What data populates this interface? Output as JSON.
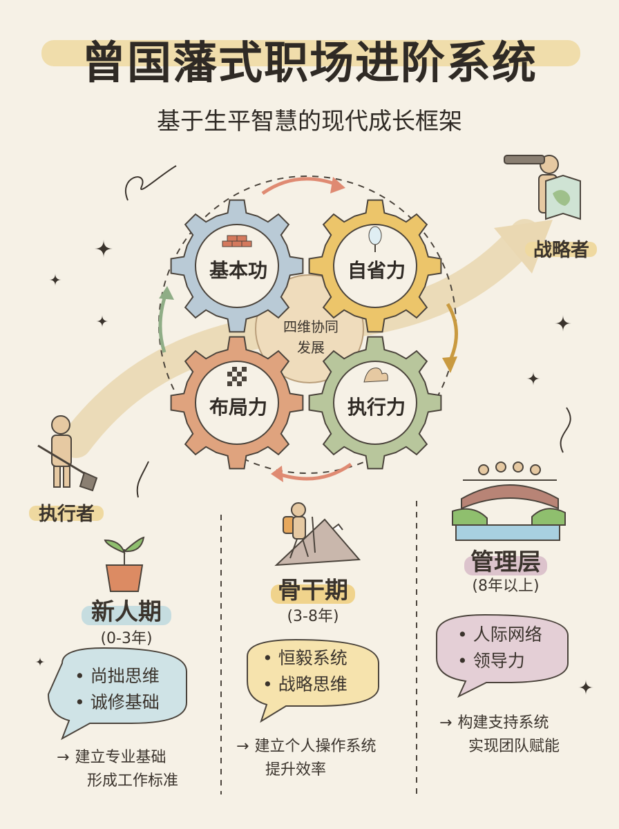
{
  "title": "曾国藩式职场进阶系统",
  "subtitle": "基于生平智慧的现代成长框架",
  "gears": [
    {
      "label": "基本功",
      "color": "#b9cad6",
      "icon": "bricks-icon"
    },
    {
      "label": "自省力",
      "color": "#ecc56a",
      "icon": "mirror-icon"
    },
    {
      "label": "布局力",
      "color": "#dfa37e",
      "icon": "chessboard-icon"
    },
    {
      "label": "执行力",
      "color": "#b8c69c",
      "icon": "flexed-arm-icon"
    }
  ],
  "center": {
    "line1": "四维协同",
    "line2": "发展"
  },
  "roles": {
    "executor": "执行者",
    "strategist": "战略者"
  },
  "stages": [
    {
      "title": "新人期",
      "period": "(0-3年)",
      "highlight": "#c6dde0",
      "bubble_color": "#cfe3e6",
      "bullets": [
        "尚拙思维",
        "诚修基础"
      ],
      "note": [
        "建立专业基础",
        "形成工作标准"
      ],
      "icon": "sprout-pot-icon"
    },
    {
      "title": "骨干期",
      "period": "(3-8年)",
      "highlight": "#f0d38c",
      "bubble_color": "#f6e3ad",
      "bullets": [
        "恒毅系统",
        "战略思维"
      ],
      "note": [
        "建立个人操作系统",
        "提升效率"
      ],
      "icon": "hiker-mountain-icon"
    },
    {
      "title": "管理层",
      "period": "(8年以上)",
      "highlight": "#dcc3cc",
      "bubble_color": "#e4cfd6",
      "bullets": [
        "人际网络",
        "领导力"
      ],
      "note": [
        "构建支持系统",
        "实现团队赋能"
      ],
      "icon": "bridge-people-icon"
    }
  ],
  "arrow_glyph": "→"
}
